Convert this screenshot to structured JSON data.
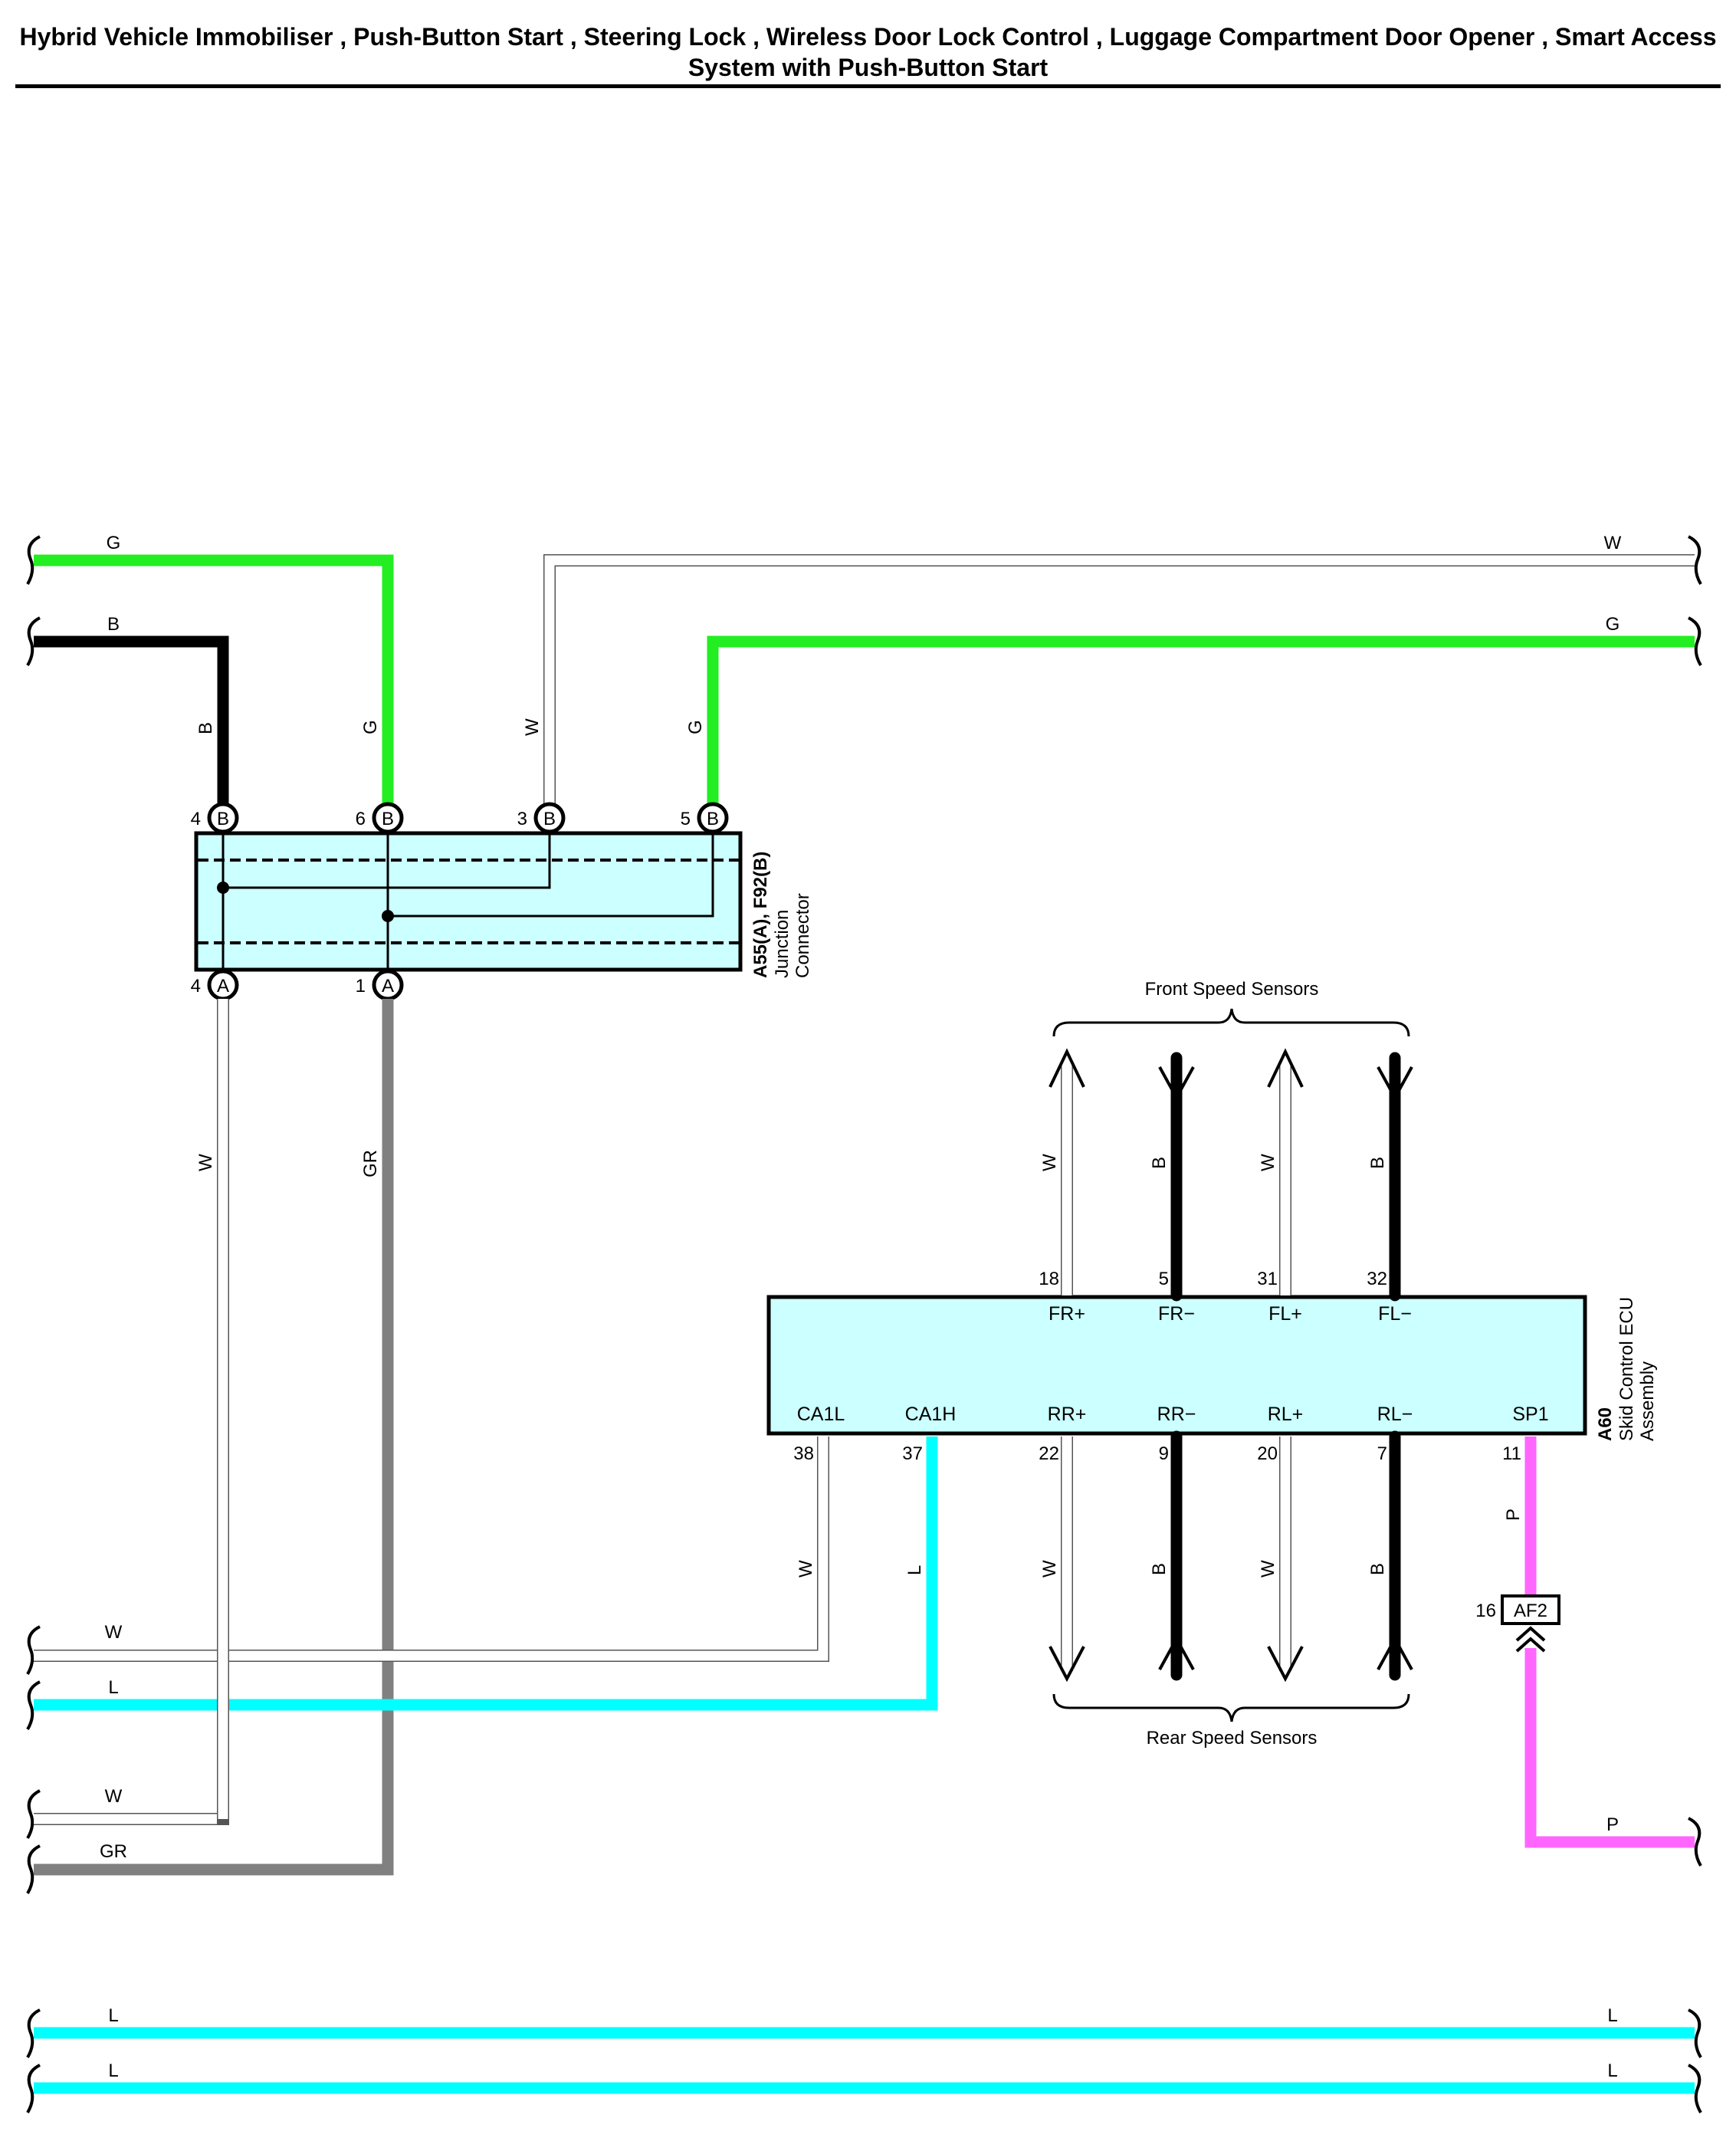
{
  "title": "Hybrid Vehicle Immobiliser , Push-Button Start , Steering Lock , Wireless Door Lock Control , Luggage Compartment Door Opener , Smart Access System with Push-Button Start",
  "junction_connector": {
    "id": "A55(A), F92(B)",
    "name_line1": "Junction",
    "name_line2": "Connector",
    "top_pins": [
      {
        "num": "4",
        "letter": "B"
      },
      {
        "num": "6",
        "letter": "B"
      },
      {
        "num": "3",
        "letter": "B"
      },
      {
        "num": "5",
        "letter": "B"
      }
    ],
    "bottom_pins": [
      {
        "num": "4",
        "letter": "A"
      },
      {
        "num": "1",
        "letter": "A"
      }
    ]
  },
  "ecu": {
    "id": "A60",
    "name_line1": "Skid Control ECU",
    "name_line2": "Assembly",
    "top_terminals": [
      {
        "pin": "18",
        "name": "FR+"
      },
      {
        "pin": "5",
        "name": "FR−"
      },
      {
        "pin": "31",
        "name": "FL+"
      },
      {
        "pin": "32",
        "name": "FL−"
      }
    ],
    "bottom_terminals": [
      {
        "pin": "38",
        "name": "CA1L"
      },
      {
        "pin": "37",
        "name": "CA1H"
      },
      {
        "pin": "22",
        "name": "RR+"
      },
      {
        "pin": "9",
        "name": "RR−"
      },
      {
        "pin": "20",
        "name": "RL+"
      },
      {
        "pin": "7",
        "name": "RL−"
      },
      {
        "pin": "11",
        "name": "SP1"
      }
    ]
  },
  "front_sensors_label": "Front Speed Sensors",
  "rear_sensors_label": "Rear Speed Sensors",
  "connector_af2": {
    "pin": "16",
    "name": "AF2"
  },
  "wire_labels": {
    "left_top_g": "G",
    "left_top_b": "B",
    "right_top_w": "W",
    "right_top_g": "G",
    "vert_b": "B",
    "vert_g1": "G",
    "vert_w": "W",
    "vert_g2": "G",
    "jc_down_w": "W",
    "jc_down_gr": "GR",
    "front_w1": "W",
    "front_b1": "B",
    "front_w2": "W",
    "front_b2": "B",
    "ecu_down_w": "W",
    "ecu_down_l": "L",
    "rear_w1": "W",
    "rear_b1": "B",
    "rear_w2": "W",
    "rear_b2": "B",
    "sp1_p": "P",
    "left_w1": "W",
    "left_l": "L",
    "left_w2": "W",
    "left_gr": "GR",
    "right_p": "P",
    "bottom_l1_left": "L",
    "bottom_l1_right": "L",
    "bottom_l2_left": "L",
    "bottom_l2_right": "L"
  },
  "colors": {
    "G": "#22ee22",
    "B": "#000000",
    "W": "#ffffff",
    "GR": "#808080",
    "L": "#00ffff",
    "P": "#ff66ff",
    "component_fill": "#ccffff"
  }
}
